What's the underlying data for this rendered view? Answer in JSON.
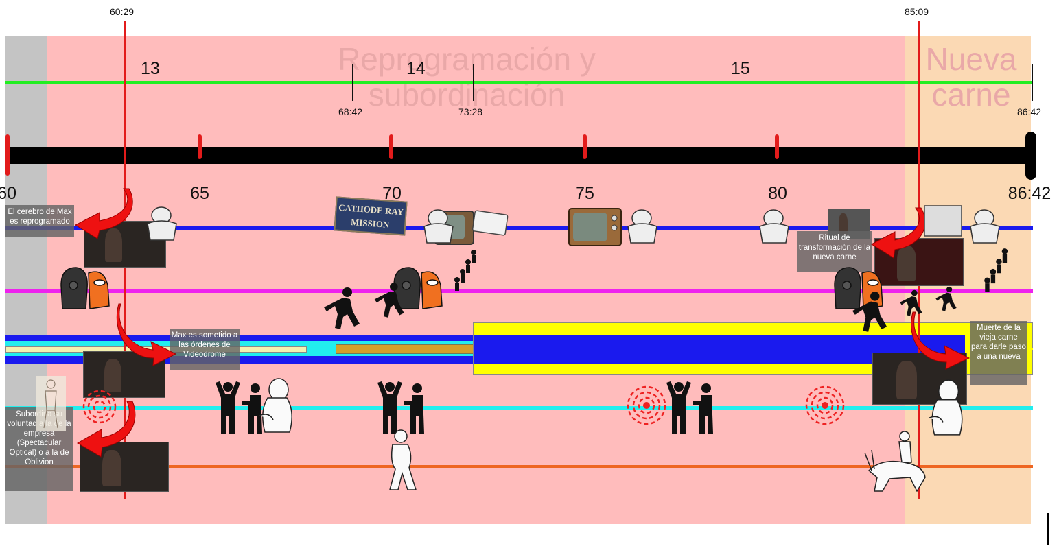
{
  "markers": {
    "left_time": "60:29",
    "right_time": "85:09",
    "mark1": "68:42",
    "mark2": "73:28",
    "end_mark": "86:42"
  },
  "regions": {
    "reprogramming_title": "Reprogramación y subordinación",
    "new_flesh_title": "Nueva carne"
  },
  "sequences": [
    "13",
    "14",
    "15"
  ],
  "axis": {
    "ticks": [
      "60",
      "65",
      "70",
      "75",
      "80"
    ],
    "end_label": "86:42"
  },
  "captions": {
    "brain": "El cerebro de Max es reprogramado",
    "submitted": "Max es sometido a las órdenes de Videodrome",
    "subordinates": "Subordina su voluntad a la de la empresa (Spectacular Optical) o a la de Oblivion",
    "ritual": "Ritual de transformación de la nueva carne",
    "death": "Muerte de la vieja carne para darle paso a una nueva"
  },
  "signs": {
    "cathode": "CATHODE RAY MISSION"
  },
  "colors": {
    "grey_region": "#c4c4c4",
    "pink_region": "#ffbcbc",
    "peach_region": "#fbd9b4",
    "green_line": "#22ee22",
    "timeline": "#000000",
    "blue_line": "#1a1aee",
    "magenta_line": "#ee22ee",
    "cyan_line": "#22eeee",
    "orange_line": "#ee6622",
    "red_marker": "#e21b1b",
    "yellow_band": "#ffff00"
  },
  "icons": [
    "tv-icon",
    "figure-icon",
    "walking-person-icon",
    "people-aiming-icon",
    "signal-waves-icon",
    "red-curved-arrow-icon",
    "film-thumbnail"
  ]
}
